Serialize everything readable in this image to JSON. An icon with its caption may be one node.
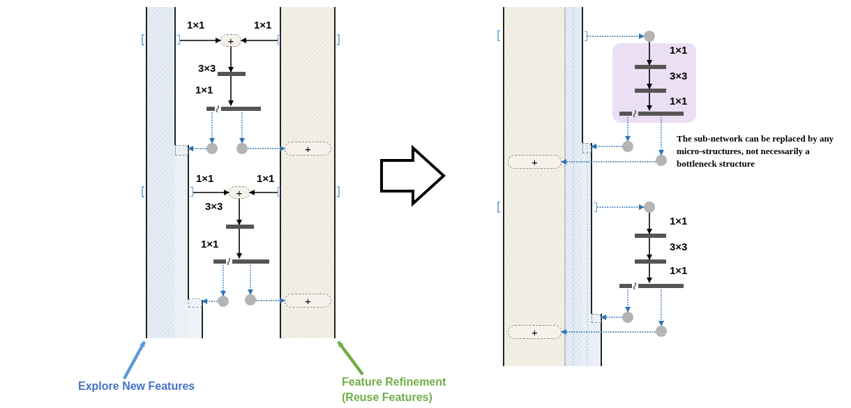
{
  "diagram": {
    "nodes": [
      {
        "text": [
          "+"
        ]
      },
      {
        "text": [],
        "shape": "bar"
      },
      {
        "text": [],
        "shape": "bar"
      },
      {
        "text": [],
        "shape": "circle"
      },
      {
        "text": [],
        "shape": "circle"
      },
      {
        "text": [
          "+"
        ]
      },
      {
        "text": [
          "+"
        ]
      },
      {
        "text": [],
        "shape": "bar"
      },
      {
        "text": [],
        "shape": "bar"
      },
      {
        "text": [],
        "shape": "circle"
      },
      {
        "text": [],
        "shape": "circle"
      },
      {
        "text": [
          "+"
        ]
      },
      {
        "text": [],
        "shape": "circle"
      },
      {
        "text": [],
        "shape": "box"
      },
      {
        "text": [],
        "shape": "bar",
        "in": 13
      },
      {
        "text": [],
        "shape": "bar",
        "in": 13
      },
      {
        "text": [],
        "shape": "bar",
        "in": 13
      },
      {
        "text": [],
        "shape": "circle"
      },
      {
        "text": [],
        "shape": "circle"
      },
      {
        "text": [
          "+"
        ]
      },
      {
        "text": [],
        "shape": "circle"
      },
      {
        "text": [],
        "shape": "bar"
      },
      {
        "text": [],
        "shape": "bar"
      },
      {
        "text": [],
        "shape": "bar"
      },
      {
        "text": [],
        "shape": "circle"
      },
      {
        "text": [],
        "shape": "circle"
      },
      {
        "text": [
          "+"
        ]
      },
      {
        "text": [
          "Explore New Features"
        ]
      },
      {
        "text": [
          "Feature Refinement (Reuse Features)"
        ]
      },
      {
        "text": [],
        "shape": "bracket"
      },
      {
        "text": [],
        "shape": "bracket"
      },
      {
        "text": [],
        "shape": "box"
      },
      {
        "text": [],
        "shape": "bracket"
      },
      {
        "text": [],
        "shape": "bracket"
      },
      {
        "text": [],
        "shape": "box"
      },
      {
        "text": [],
        "shape": "bracket"
      },
      {
        "text": [],
        "shape": "box"
      },
      {
        "text": [],
        "shape": "bracket"
      },
      {
        "text": [],
        "shape": "box"
      }
    ],
    "edges": [
      {
        "from": 29,
        "to": 0,
        "arrow": "to",
        "color": "#000000"
      },
      {
        "from": 30,
        "to": 0,
        "arrow": "to",
        "color": "#000000"
      },
      {
        "from": 0,
        "to": 1,
        "arrow": "to",
        "color": "#000000"
      },
      {
        "from": 1,
        "to": 2,
        "arrow": "to",
        "color": "#000000"
      },
      {
        "from": 2,
        "to": 3,
        "arrow": "to",
        "style": "dashed",
        "color": "#2e75b6"
      },
      {
        "from": 2,
        "to": 4,
        "arrow": "to",
        "style": "dashed",
        "color": "#2e75b6"
      },
      {
        "from": 3,
        "to": 31,
        "arrow": "to",
        "style": "dashed",
        "color": "#2e75b6"
      },
      {
        "from": 4,
        "to": 5,
        "arrow": "to",
        "style": "dashed",
        "color": "#2e75b6"
      },
      {
        "from": 32,
        "to": 6,
        "arrow": "to",
        "color": "#000000"
      },
      {
        "from": 33,
        "to": 6,
        "arrow": "to",
        "color": "#000000"
      },
      {
        "from": 6,
        "to": 7,
        "arrow": "to",
        "color": "#000000"
      },
      {
        "from": 7,
        "to": 8,
        "arrow": "to",
        "color": "#000000"
      },
      {
        "from": 8,
        "to": 9,
        "arrow": "to",
        "style": "dashed",
        "color": "#2e75b6"
      },
      {
        "from": 8,
        "to": 10,
        "arrow": "to",
        "style": "dashed",
        "color": "#2e75b6"
      },
      {
        "from": 9,
        "to": 34,
        "arrow": "to",
        "style": "dashed",
        "color": "#2e75b6"
      },
      {
        "from": 10,
        "to": 11,
        "arrow": "to",
        "style": "dashed",
        "color": "#2e75b6"
      },
      {
        "from": 35,
        "to": 12,
        "arrow": "to",
        "style": "dashed",
        "color": "#2e75b6"
      },
      {
        "from": 12,
        "to": 14,
        "arrow": "to",
        "color": "#000000"
      },
      {
        "from": 14,
        "to": 15,
        "arrow": "to",
        "color": "#000000"
      },
      {
        "from": 15,
        "to": 16,
        "arrow": "to",
        "color": "#000000"
      },
      {
        "from": 16,
        "to": 17,
        "arrow": "to",
        "style": "dashed",
        "color": "#2e75b6"
      },
      {
        "from": 16,
        "to": 18,
        "arrow": "to",
        "style": "dashed",
        "color": "#2e75b6"
      },
      {
        "from": 17,
        "to": 36,
        "arrow": "to",
        "style": "dashed",
        "color": "#2e75b6"
      },
      {
        "from": 18,
        "to": 19,
        "arrow": "to",
        "style": "dashed",
        "color": "#2e75b6"
      },
      {
        "from": 37,
        "to": 20,
        "arrow": "to",
        "style": "dashed",
        "color": "#2e75b6"
      },
      {
        "from": 20,
        "to": 21,
        "arrow": "to",
        "color": "#000000"
      },
      {
        "from": 21,
        "to": 22,
        "arrow": "to",
        "color": "#000000"
      },
      {
        "from": 22,
        "to": 23,
        "arrow": "to",
        "color": "#000000"
      },
      {
        "from": 23,
        "to": 24,
        "arrow": "to",
        "style": "dashed",
        "color": "#2e75b6"
      },
      {
        "from": 23,
        "to": 25,
        "arrow": "to",
        "style": "dashed",
        "color": "#2e75b6"
      },
      {
        "from": 24,
        "to": 38,
        "arrow": "to",
        "style": "dashed",
        "color": "#2e75b6"
      },
      {
        "from": 25,
        "to": 26,
        "arrow": "to",
        "style": "dashed",
        "color": "#2e75b6"
      },
      {
        "from": 27,
        "to": null,
        "arrow": "to",
        "style": "thick",
        "color": "#5b9bd5"
      },
      {
        "from": 28,
        "to": null,
        "arrow": "to",
        "style": "thick",
        "color": "#70ad47"
      }
    ],
    "labels": [
      "1×1",
      "1×1",
      "3×3",
      "1×1",
      "1×1",
      "1×1",
      "3×3",
      "1×1",
      "1×1",
      "3×3",
      "1×1",
      "The sub-network can be replaced by any micro-structures, not necessarily a bottleneck structure",
      "1×1",
      "3×3",
      "1×1"
    ]
  }
}
